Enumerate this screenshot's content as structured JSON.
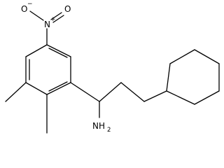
{
  "molecule": {
    "labels": {
      "nitro_oxygen_left": "O",
      "nitro_oxygen_left_charge": "−",
      "nitro_nitrogen": "N",
      "nitro_nitrogen_charge": "+",
      "nitro_oxygen_right": "O",
      "amine_symbol": "NH",
      "amine_subscript": "2"
    },
    "colors": {
      "bond": "#000000",
      "text": "#000000",
      "background": "#ffffff"
    }
  }
}
